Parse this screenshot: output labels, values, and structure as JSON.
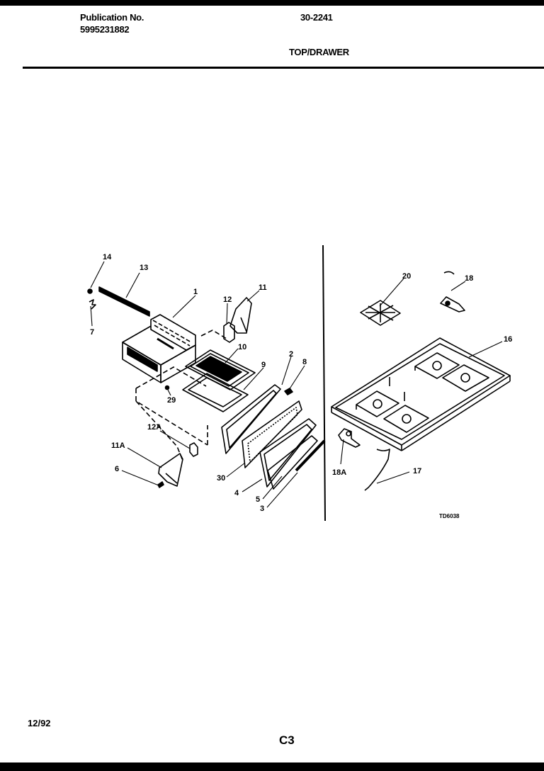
{
  "header": {
    "publication_label": "Publication No.",
    "publication_number": "5995231882",
    "model_number": "30-2241",
    "section_title": "TOP/DRAWER"
  },
  "footer": {
    "date": "12/92",
    "page_code": "C3"
  },
  "diagram": {
    "drawing_code": "TD6038",
    "callouts": [
      "14",
      "13",
      "1",
      "12",
      "11",
      "7",
      "10",
      "29",
      "9",
      "2",
      "8",
      "20",
      "18",
      "16",
      "12A",
      "11A",
      "6",
      "30",
      "4",
      "5",
      "3",
      "18A",
      "17"
    ]
  }
}
